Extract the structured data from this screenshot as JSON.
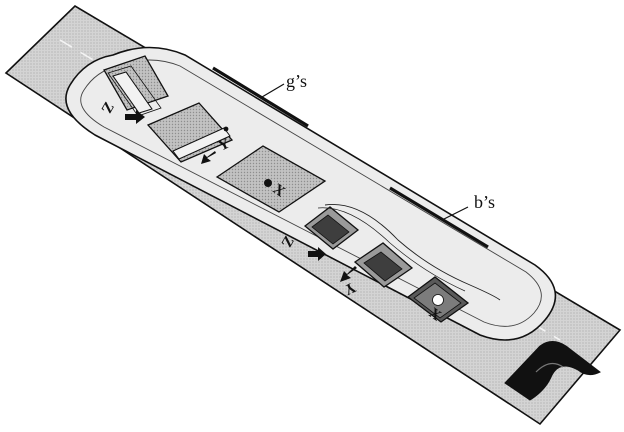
{
  "labels": {
    "g_sensors": "g’s",
    "b_sensors": "b’s"
  },
  "axis_letters": {
    "z": "Z",
    "y": "Y",
    "x": "X"
  },
  "colors": {
    "outline": "#111111",
    "strip": "#dcdcdc",
    "panel": "#c4c4c4",
    "die": "#555555",
    "connector": "#111111"
  },
  "icons": [
    "right-arrow-icon",
    "down-left-arrow-icon",
    "dot-icon"
  ]
}
